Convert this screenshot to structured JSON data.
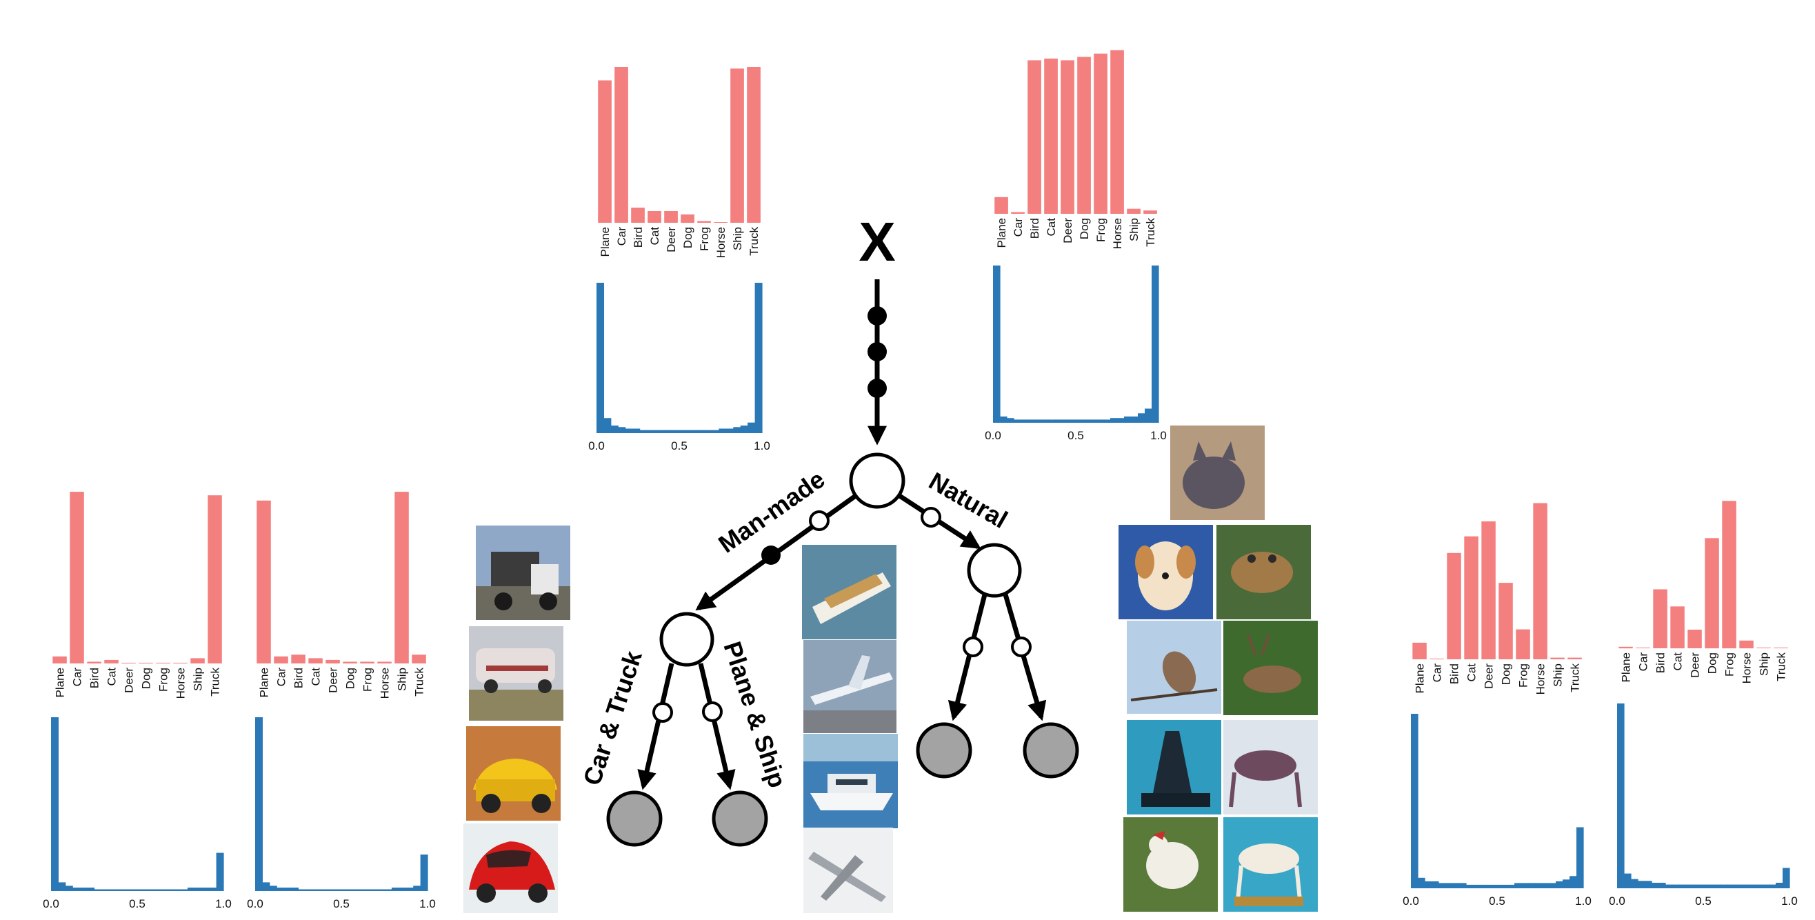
{
  "root_label": "X",
  "branches": {
    "man_made": "Man-made",
    "natural": "Natural",
    "car_truck": "Car & Truck",
    "plane_ship": "Plane & Ship"
  },
  "colors": {
    "bar": "#f47f7f",
    "hist": "#2b78b6",
    "leaf": "#a3a3a3",
    "edge": "#000000"
  },
  "categories": [
    "Plane",
    "Car",
    "Bird",
    "Cat",
    "Deer",
    "Dog",
    "Frog",
    "Horse",
    "Ship",
    "Truck"
  ],
  "hist_ticks": [
    "0.0",
    "0.5",
    "1.0"
  ],
  "panels": [
    {
      "id": "man-made",
      "bars": [
        0.85,
        0.93,
        0.09,
        0.07,
        0.07,
        0.05,
        0.01,
        0.0,
        0.92,
        0.93
      ],
      "hist": [
        1.0,
        0.1,
        0.05,
        0.04,
        0.03,
        0.03,
        0.02,
        0.02,
        0.02,
        0.02,
        0.02,
        0.02,
        0.02,
        0.02,
        0.02,
        0.02,
        0.02,
        0.03,
        0.03,
        0.04,
        0.05,
        0.07,
        1.0
      ]
    },
    {
      "id": "natural",
      "bars": [
        0.1,
        0.01,
        0.92,
        0.93,
        0.92,
        0.94,
        0.96,
        0.98,
        0.03,
        0.02
      ],
      "hist": [
        1.0,
        0.04,
        0.03,
        0.02,
        0.02,
        0.02,
        0.02,
        0.02,
        0.02,
        0.02,
        0.02,
        0.02,
        0.02,
        0.02,
        0.02,
        0.02,
        0.02,
        0.03,
        0.03,
        0.04,
        0.04,
        0.06,
        0.09,
        1.0
      ]
    },
    {
      "id": "car-truck-1",
      "bars": [
        0.04,
        0.98,
        0.01,
        0.02,
        0.0,
        0.0,
        0.0,
        0.0,
        0.03,
        0.96
      ],
      "hist": [
        1.0,
        0.05,
        0.03,
        0.02,
        0.02,
        0.02,
        0.01,
        0.01,
        0.01,
        0.01,
        0.01,
        0.01,
        0.01,
        0.01,
        0.01,
        0.01,
        0.01,
        0.01,
        0.01,
        0.02,
        0.02,
        0.02,
        0.02,
        0.22
      ]
    },
    {
      "id": "car-truck-2",
      "bars": [
        0.93,
        0.04,
        0.05,
        0.03,
        0.02,
        0.01,
        0.01,
        0.01,
        0.98,
        0.05
      ],
      "hist": [
        1.0,
        0.05,
        0.03,
        0.02,
        0.02,
        0.02,
        0.01,
        0.01,
        0.01,
        0.01,
        0.01,
        0.01,
        0.01,
        0.01,
        0.01,
        0.01,
        0.01,
        0.01,
        0.01,
        0.02,
        0.02,
        0.02,
        0.03,
        0.21
      ]
    },
    {
      "id": "natural-1",
      "bars": [
        0.1,
        0.0,
        0.64,
        0.74,
        0.83,
        0.46,
        0.18,
        0.94,
        0.01,
        0.01
      ],
      "hist": [
        1.0,
        0.06,
        0.04,
        0.04,
        0.03,
        0.03,
        0.03,
        0.03,
        0.02,
        0.02,
        0.02,
        0.02,
        0.02,
        0.02,
        0.02,
        0.03,
        0.03,
        0.03,
        0.03,
        0.03,
        0.03,
        0.04,
        0.05,
        0.07,
        0.35
      ]
    },
    {
      "id": "natural-2",
      "bars": [
        0.01,
        0.0,
        0.38,
        0.27,
        0.12,
        0.71,
        0.95,
        0.05,
        0.0,
        0.0
      ],
      "hist": [
        1.0,
        0.08,
        0.05,
        0.04,
        0.04,
        0.03,
        0.03,
        0.02,
        0.02,
        0.02,
        0.02,
        0.02,
        0.02,
        0.02,
        0.02,
        0.02,
        0.02,
        0.02,
        0.02,
        0.02,
        0.02,
        0.02,
        0.02,
        0.03,
        0.11
      ]
    }
  ],
  "thumbnails": {
    "car_truck": [
      "dump-truck",
      "tanker-truck",
      "yellow-convertible",
      "red-hatchback"
    ],
    "plane_ship": [
      "motorboat",
      "jet-airliner",
      "yacht",
      "propeller-plane"
    ],
    "natural": [
      "cat",
      "puppy",
      "frog",
      "bird",
      "deer",
      "black-cat-statue",
      "horse",
      "rooster",
      "white-horse"
    ]
  }
}
